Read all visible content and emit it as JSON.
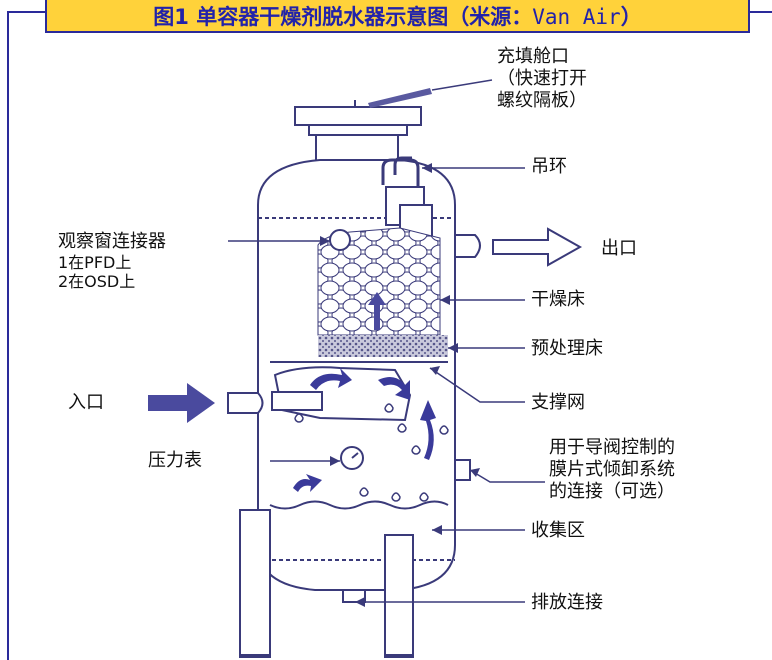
{
  "title": {
    "main": "图1 单容器干燥剂脱水器示意图（米源：",
    "source": "Van Air",
    "close": "）"
  },
  "labels": {
    "fill_port": "充填舱口\n（快速打开\n螺纹隔板）",
    "lifting_ring": "吊环",
    "sight_glass": "观察窗连接器",
    "pfd_note": "1在PFD上\n2在OSD上",
    "outlet": "出口",
    "drying_bed": "干燥床",
    "pretreat_bed": "预处理床",
    "inlet": "入口",
    "support_grid": "支撑网",
    "pressure_gauge": "压力表",
    "pilot_valve": "用于导阀控制的\n膜片式倾卸系统\n的连接（可选）",
    "collection_zone": "收集区",
    "drain": "排放连接"
  },
  "colors": {
    "frame": "#2a2a9a",
    "title_bg": "#ffd23a",
    "title_text": "#2222aa",
    "arrow": "#4a4a9e",
    "line": "#3a3a7a"
  }
}
